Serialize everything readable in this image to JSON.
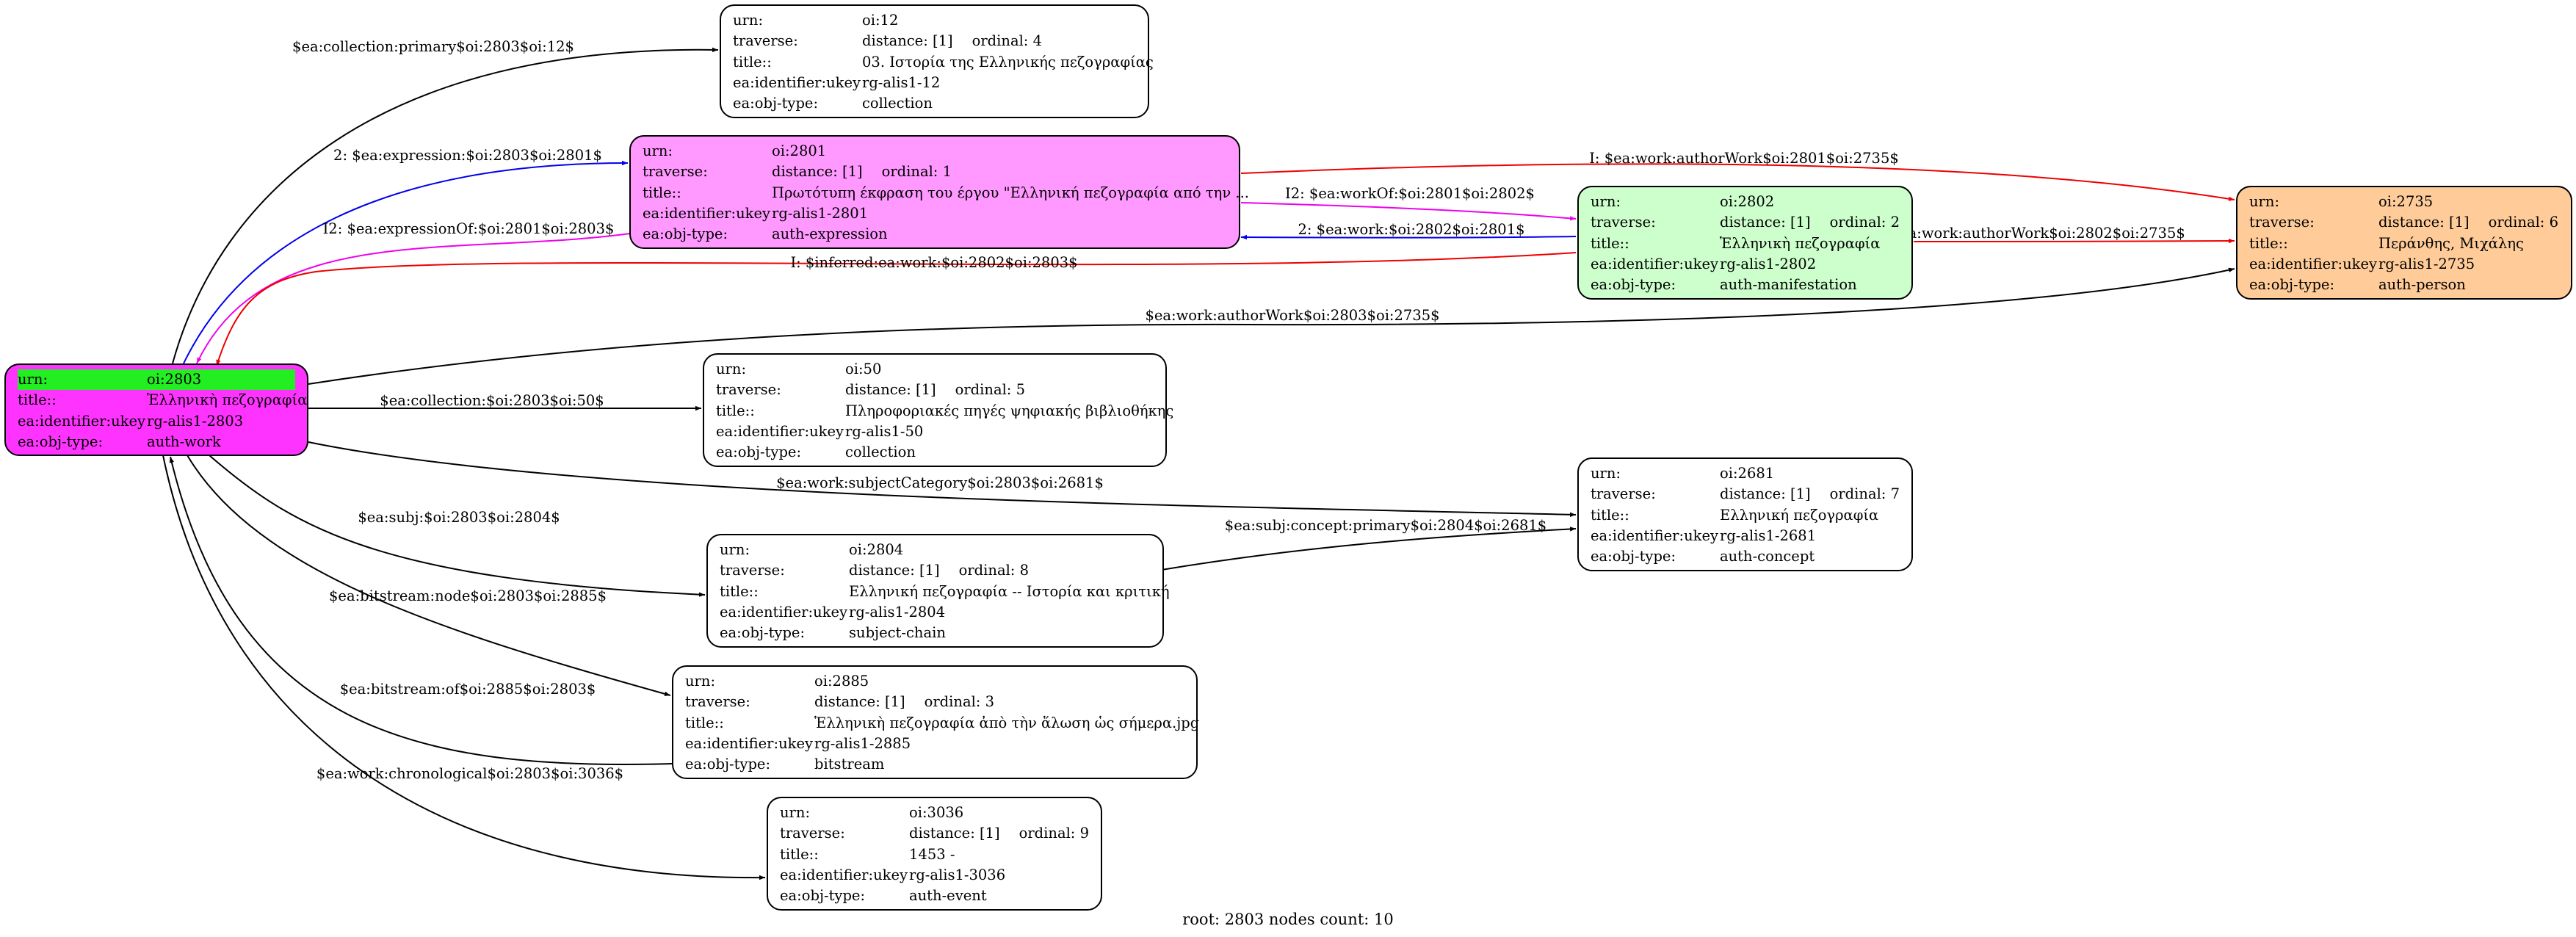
{
  "colors": {
    "root_fill": "#ff33ff",
    "root_urn_highlight": "#22ee22",
    "expression_fill": "#ff99ff",
    "manifestation_fill": "#ccffcc",
    "person_fill": "#ffcc99",
    "default_fill": "#ffffff",
    "edge_default": "#000000",
    "edge_blue": "#0000ee",
    "edge_magenta": "#ee00ee",
    "edge_red": "#ee0000"
  },
  "keys": {
    "urn": "urn:",
    "traverse": "traverse:",
    "title": "title::",
    "identifier": "ea:identifier:ukey",
    "objtype": "ea:obj-type:"
  },
  "nodes": [
    {
      "id": "n2803",
      "urn": "oi:2803",
      "title": "Ἑλληνικὴ πεζογραφία",
      "ukey": "rg-alis1-2803",
      "objtype": "auth-work"
    },
    {
      "id": "n12",
      "urn": "oi:12",
      "distance": "distance: [1]",
      "ordinal": "ordinal: 4",
      "title": "03. Ιστορία της Ελληνικής πεζογραφίας",
      "ukey": "rg-alis1-12",
      "objtype": "collection"
    },
    {
      "id": "n2801",
      "urn": "oi:2801",
      "distance": "distance: [1]",
      "ordinal": "ordinal: 1",
      "title": "Πρωτότυπη έκφραση του έργου  \"Ελληνική πεζογραφία από την ...",
      "ukey": "rg-alis1-2801",
      "objtype": "auth-expression"
    },
    {
      "id": "n2802",
      "urn": "oi:2802",
      "distance": "distance: [1]",
      "ordinal": "ordinal: 2",
      "title": "Ἑλληνικὴ πεζογραφία",
      "ukey": "rg-alis1-2802",
      "objtype": "auth-manifestation"
    },
    {
      "id": "n2735",
      "urn": "oi:2735",
      "distance": "distance: [1]",
      "ordinal": "ordinal: 6",
      "title": "Περάνθης, Μιχάλης",
      "ukey": "rg-alis1-2735",
      "objtype": "auth-person"
    },
    {
      "id": "n50",
      "urn": "oi:50",
      "distance": "distance: [1]",
      "ordinal": "ordinal: 5",
      "title": "Πληροφοριακές πηγές ψηφιακής βιβλιοθήκης",
      "ukey": "rg-alis1-50",
      "objtype": "collection"
    },
    {
      "id": "n2681",
      "urn": "oi:2681",
      "distance": "distance: [1]",
      "ordinal": "ordinal: 7",
      "title": "Ελληνική πεζογραφία",
      "ukey": "rg-alis1-2681",
      "objtype": "auth-concept"
    },
    {
      "id": "n2804",
      "urn": "oi:2804",
      "distance": "distance: [1]",
      "ordinal": "ordinal: 8",
      "title": "Ελληνική πεζογραφία -- Ιστορία και κριτική",
      "ukey": "rg-alis1-2804",
      "objtype": "subject-chain"
    },
    {
      "id": "n2885",
      "urn": "oi:2885",
      "distance": "distance: [1]",
      "ordinal": "ordinal: 3",
      "title": "Ἑλληνικὴ πεζογραφία  ἀπὸ τὴν ἅλωση ὡς σήμερα.jpg",
      "ukey": "rg-alis1-2885",
      "objtype": "bitstream"
    },
    {
      "id": "n3036",
      "urn": "oi:3036",
      "distance": "distance: [1]",
      "ordinal": "ordinal: 9",
      "title": "1453 -",
      "ukey": "rg-alis1-3036",
      "objtype": "auth-event"
    }
  ],
  "edges": [
    {
      "id": "e1",
      "label": "$ea:collection:primary$oi:2803$oi:12$",
      "color": "edge_default"
    },
    {
      "id": "e2",
      "label": "2: $ea:expression:$oi:2803$oi:2801$",
      "color": "edge_blue"
    },
    {
      "id": "e3",
      "label": "I2: $ea:expressionOf:$oi:2801$oi:2803$",
      "color": "edge_magenta"
    },
    {
      "id": "e4",
      "label": "I: $ea:work:authorWork$oi:2801$oi:2735$",
      "color": "edge_red"
    },
    {
      "id": "e5",
      "label": "I2: $ea:workOf:$oi:2801$oi:2802$",
      "color": "edge_magenta"
    },
    {
      "id": "e6",
      "label": "2: $ea:work:$oi:2802$oi:2801$",
      "color": "edge_blue"
    },
    {
      "id": "e7",
      "label": "I: $ea:work:authorWork$oi:2802$oi:2735$",
      "color": "edge_red"
    },
    {
      "id": "e8",
      "label": "I: $inferred:ea:work:$oi:2802$oi:2803$",
      "color": "edge_red"
    },
    {
      "id": "e9",
      "label": "$ea:work:authorWork$oi:2803$oi:2735$",
      "color": "edge_default"
    },
    {
      "id": "e10",
      "label": "$ea:collection:$oi:2803$oi:50$",
      "color": "edge_default"
    },
    {
      "id": "e11",
      "label": "$ea:work:subjectCategory$oi:2803$oi:2681$",
      "color": "edge_default"
    },
    {
      "id": "e12",
      "label": "$ea:subj:concept:primary$oi:2804$oi:2681$",
      "color": "edge_default"
    },
    {
      "id": "e13",
      "label": "$ea:subj:$oi:2803$oi:2804$",
      "color": "edge_default"
    },
    {
      "id": "e14",
      "label": "$ea:bitstream:node$oi:2803$oi:2885$",
      "color": "edge_default"
    },
    {
      "id": "e15",
      "label": "$ea:bitstream:of$oi:2885$oi:2803$",
      "color": "edge_default"
    },
    {
      "id": "e16",
      "label": "$ea:work:chronological$oi:2803$oi:3036$",
      "color": "edge_default"
    }
  ],
  "footer": "root: 2803 nodes count: 10"
}
